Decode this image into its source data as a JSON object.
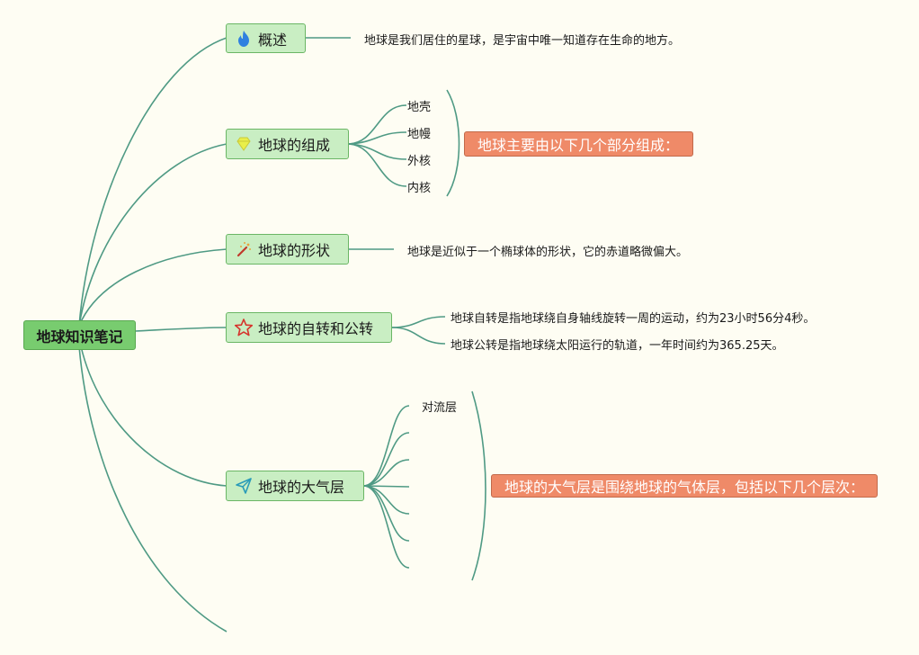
{
  "root": {
    "label": "地球知识笔记"
  },
  "branches": {
    "overview": {
      "label": "概述",
      "icon": "fire-icon",
      "text": "地球是我们居住的星球，是宇宙中唯一知道存在生命的地方。"
    },
    "composition": {
      "label": "地球的组成",
      "icon": "diamond-icon",
      "items": [
        "地壳",
        "地幔",
        "外核",
        "内核"
      ],
      "summary": "地球主要由以下几个部分组成："
    },
    "shape": {
      "label": "地球的形状",
      "icon": "magic-wand-icon",
      "text": "地球是近似于一个椭球体的形状，它的赤道略微偏大。"
    },
    "motion": {
      "label": "地球的自转和公转",
      "icon": "star-icon",
      "items": [
        "地球自转是指地球绕自身轴线旋转一周的运动，约为23小时56分4秒。",
        "地球公转是指地球绕太阳运行的轨道，一年时间约为365.25天。"
      ]
    },
    "atmosphere": {
      "label": "地球的大气层",
      "icon": "paper-plane-icon",
      "items": [
        "对流层"
      ],
      "summary": "地球的大气层是围绕地球的气体层，包括以下几个层次："
    }
  },
  "colors": {
    "background": "#fefdf3",
    "line": "#4f9a84",
    "root": "#78cc6f",
    "branch": "#c9eec3",
    "summary": "#ef8a68"
  }
}
